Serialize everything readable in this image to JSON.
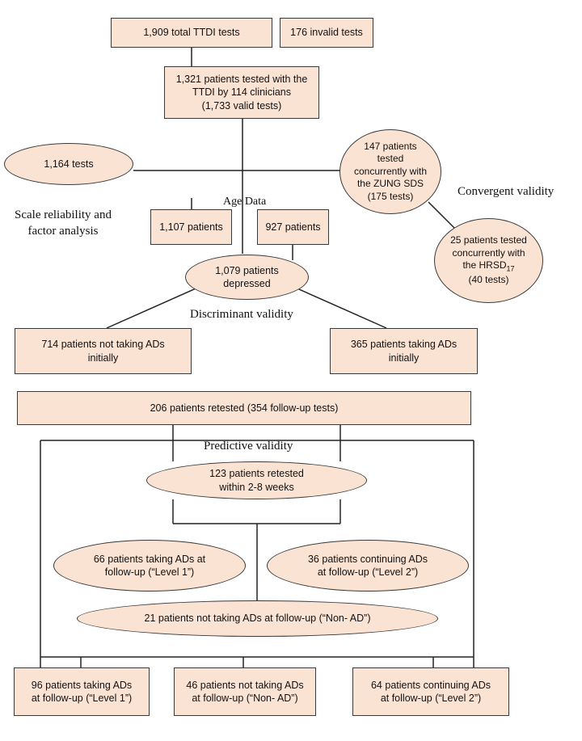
{
  "nodes": {
    "total_tests": "1,909 total TTDI tests",
    "invalid_tests": "176 invalid tests",
    "patients_tested": "1,321 patients tested with the\nTTDI by 114 clinicians\n(1,733 valid tests)",
    "tests_1164": "1,164 tests",
    "zung": "147 patients\ntested\nconcurrently with\nthe  ZUNG SDS\n(175 tests)",
    "hrsd_pre": "25 patients tested\nconcurrently with\nthe HRSD",
    "hrsd_sub": "17",
    "hrsd_post": "\n(40 tests)",
    "patients_1107": "1,107 patients",
    "patients_927": "927 patients",
    "depressed": "1,079 patients\ndepressed",
    "not_taking_initially": "714  patients not taking ADs\ninitially",
    "taking_initially": "365 patients taking ADs\ninitially",
    "retested": "206 patients retested (354 follow-up tests)",
    "retested_2_8": "123 patients retested\nwithin 2-8 weeks",
    "level1_66": "66 patients taking ADs at\nfollow-up (“Level 1”)",
    "level2_36": "36 patients continuing ADs\nat follow-up (“Level 2”)",
    "nonad_21": "21 patients not taking ADs at follow-up (“Non- AD”)",
    "level1_96": "96 patients taking ADs\nat follow-up (“Level 1”)",
    "nonad_46": "46 patients not taking ADs\nat follow-up (“Non- AD”)",
    "level2_64": "64 patients continuing ADs\nat follow-up (“Level 2”)"
  },
  "labels": {
    "convergent": "Convergent validity",
    "age_data": "Age Data",
    "scale_reliability": "Scale reliability and\nfactor analysis",
    "discriminant": "Discriminant validity",
    "predictive": "Predictive validity"
  }
}
